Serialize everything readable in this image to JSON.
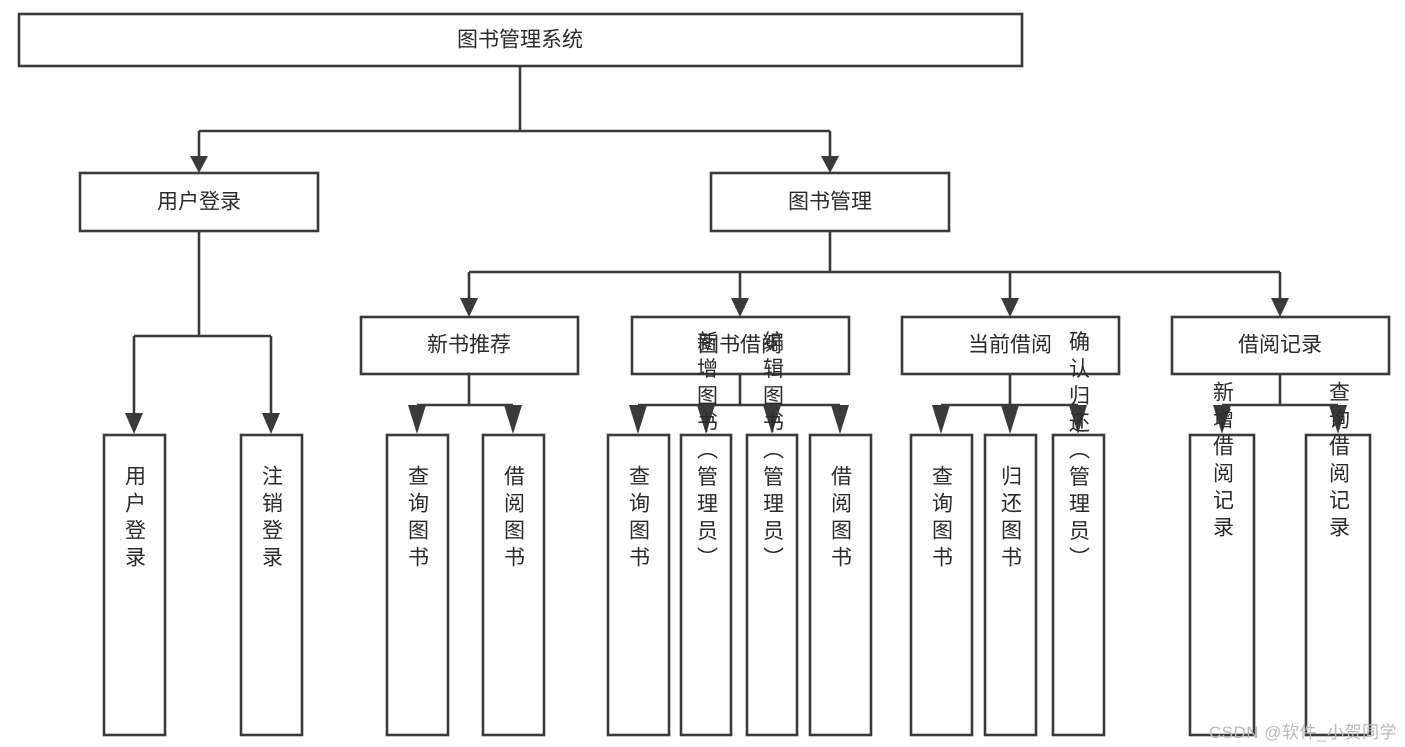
{
  "diagram": {
    "title": "图书管理系统",
    "type": "tree-hierarchy-diagram",
    "colors": {
      "stroke": "#3a3a3a",
      "fill": "#ffffff",
      "text": "#2b2b2b",
      "watermark": "#b9b9b9",
      "background": "#ffffff"
    },
    "root": {
      "label": "图书管理系统"
    },
    "level2": [
      {
        "label": "用户登录"
      },
      {
        "label": "图书管理"
      }
    ],
    "level3": [
      {
        "label": "新书推荐"
      },
      {
        "label": "图书借阅"
      },
      {
        "label": "当前借阅"
      },
      {
        "label": "借阅记录"
      }
    ],
    "leaves": {
      "user_login": [
        {
          "label": "用户登录"
        },
        {
          "label": "注销登录"
        }
      ],
      "new_book_recommend": [
        {
          "label": "查询图书"
        },
        {
          "label": "借阅图书"
        }
      ],
      "book_borrow": [
        {
          "label": "查询图书"
        },
        {
          "label": "新增图书（管理员）"
        },
        {
          "label": "编辑图书（管理员）"
        },
        {
          "label": "借阅图书"
        }
      ],
      "current_borrow": [
        {
          "label": "查询图书"
        },
        {
          "label": "归还图书"
        },
        {
          "label": "确认归还（管理员）"
        }
      ],
      "borrow_record": [
        {
          "label": "新增借阅记录"
        },
        {
          "label": "查询借阅记录"
        }
      ]
    },
    "watermark": "CSDN @软件_小贺同学"
  }
}
